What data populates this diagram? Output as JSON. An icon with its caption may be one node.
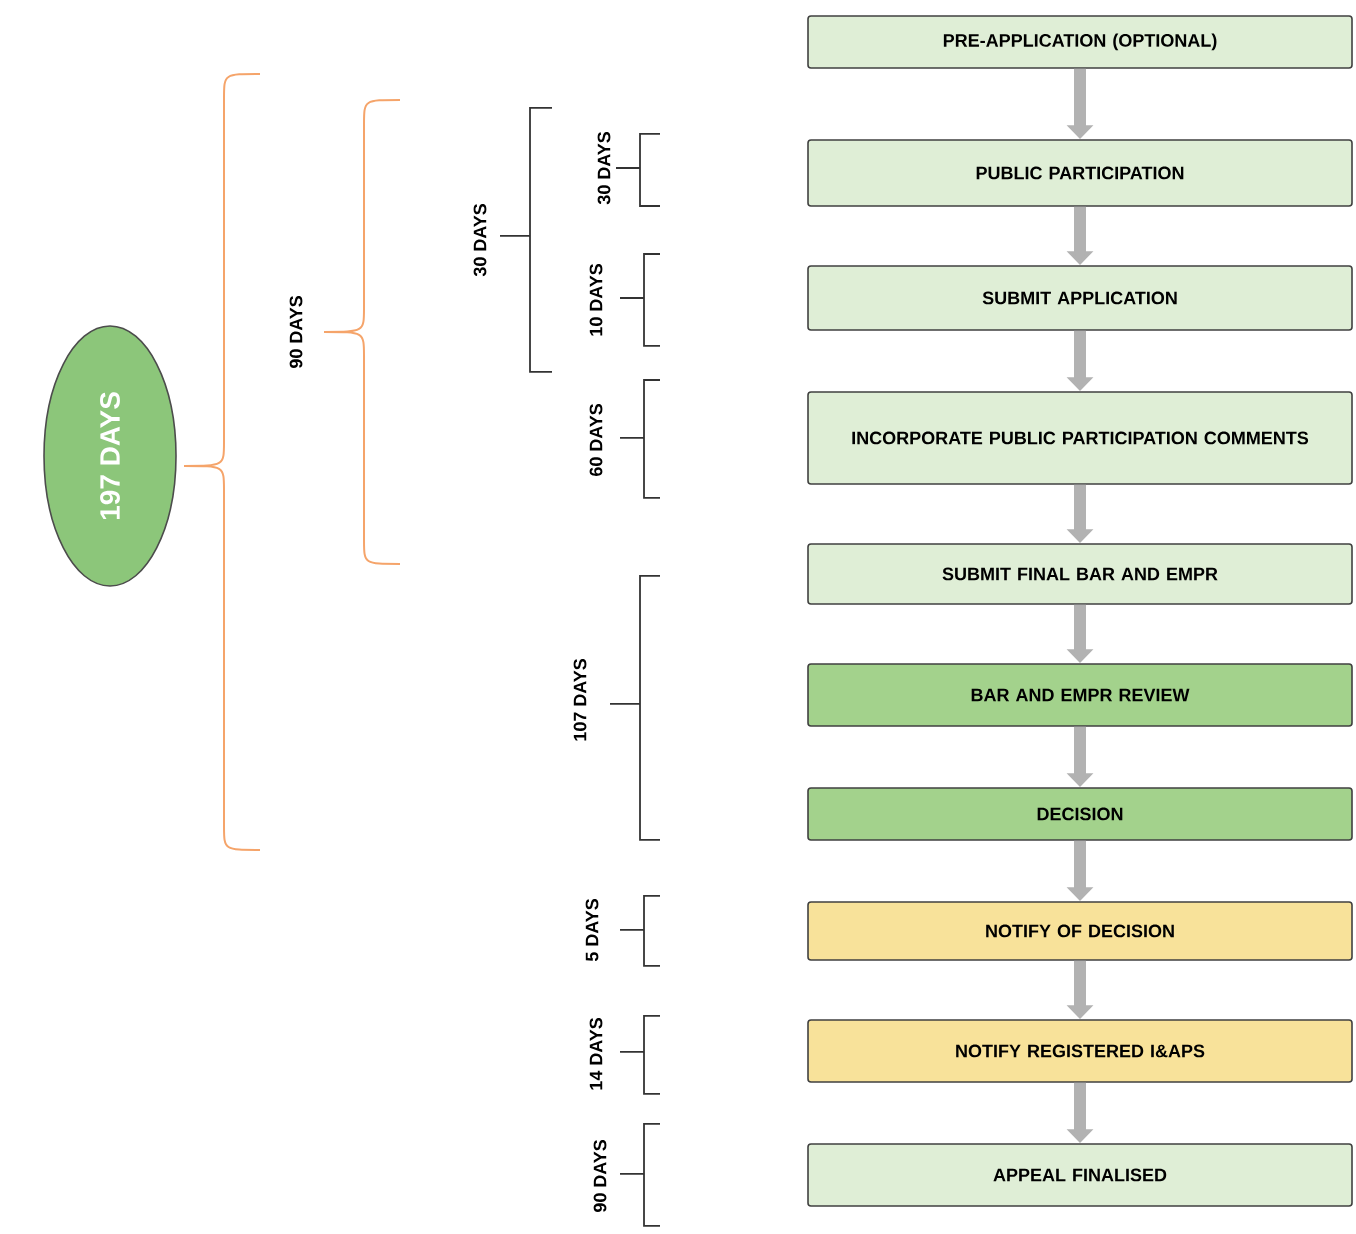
{
  "diagram": {
    "nodes": [
      {
        "text": [
          "197 DAYS"
        ]
      },
      {
        "text": [
          "PRE-APPLICATION (OPTIONAL)"
        ]
      },
      {
        "text": [
          "PUBLIC PARTICIPATION"
        ]
      },
      {
        "text": [
          "SUBMIT APPLICATION"
        ]
      },
      {
        "text": [
          "INCORPORATE PUBLIC PARTICIPATION COMMENTS"
        ]
      },
      {
        "text": [
          "SUBMIT FINAL BAR AND EMPR"
        ]
      },
      {
        "text": [
          "BAR AND EMPR REVIEW"
        ]
      },
      {
        "text": [
          "DECISION"
        ]
      },
      {
        "text": [
          "NOTIFY OF DECISION"
        ]
      },
      {
        "text": [
          "NOTIFY REGISTERED I&APS"
        ]
      },
      {
        "text": [
          "APPEAL FINALISED"
        ]
      }
    ],
    "edges": [
      {
        "from": 1,
        "to": 2,
        "arrow": "to"
      },
      {
        "from": 2,
        "to": 3,
        "arrow": "to"
      },
      {
        "from": 3,
        "to": 4,
        "arrow": "to"
      },
      {
        "from": 4,
        "to": 5,
        "arrow": "to"
      },
      {
        "from": 5,
        "to": 6,
        "arrow": "to"
      },
      {
        "from": 6,
        "to": 7,
        "arrow": "to"
      },
      {
        "from": 7,
        "to": 8,
        "arrow": "to"
      },
      {
        "from": 8,
        "to": 9,
        "arrow": "to"
      },
      {
        "from": 9,
        "to": 10,
        "arrow": "to"
      }
    ],
    "labels": [
      "90 DAYS",
      "30 DAYS",
      "30 DAYS",
      "10 DAYS",
      "60 DAYS",
      "107 DAYS",
      "5 DAYS",
      "14 DAYS",
      "90 DAYS"
    ]
  }
}
